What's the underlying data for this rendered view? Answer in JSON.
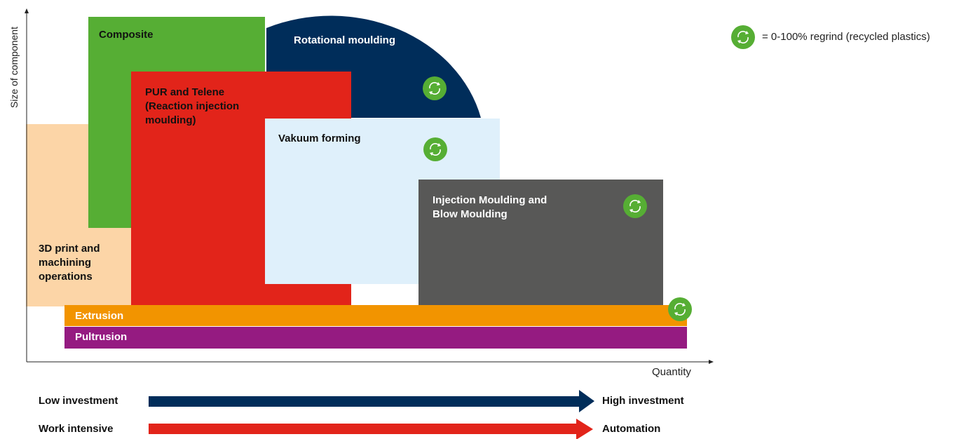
{
  "axes": {
    "y_label": "Size of component",
    "x_label": "Quantity"
  },
  "legend": {
    "icon": "recycle-icon",
    "text": "= 0-100% regrind (recycled plastics)"
  },
  "regions": {
    "composite": {
      "label": "Composite",
      "color": "#56ae34"
    },
    "rotational": {
      "label": "Rotational moulding",
      "color": "#002d5a"
    },
    "pur": {
      "label": "PUR and Telene\n(Reaction injection\nmoulding)",
      "color": "#e2241a"
    },
    "vakuum": {
      "label": "Vakuum forming",
      "color": "#dff0fb"
    },
    "injection": {
      "label": "Injection Moulding and\nBlow Moulding",
      "color": "#585857"
    },
    "print3d": {
      "label": "3D print and\nmachining\noperations",
      "color": "#fcd5a7"
    },
    "extrusion": {
      "label": "Extrusion",
      "color": "#f29400"
    },
    "pultrusion": {
      "label": "Pultrusion",
      "color": "#951b81"
    }
  },
  "arrows": {
    "investment": {
      "left": "Low investment",
      "right": "High investment",
      "color": "#002d5a"
    },
    "automation": {
      "left": "Work intensive",
      "right": "Automation",
      "color": "#e2241a"
    }
  }
}
